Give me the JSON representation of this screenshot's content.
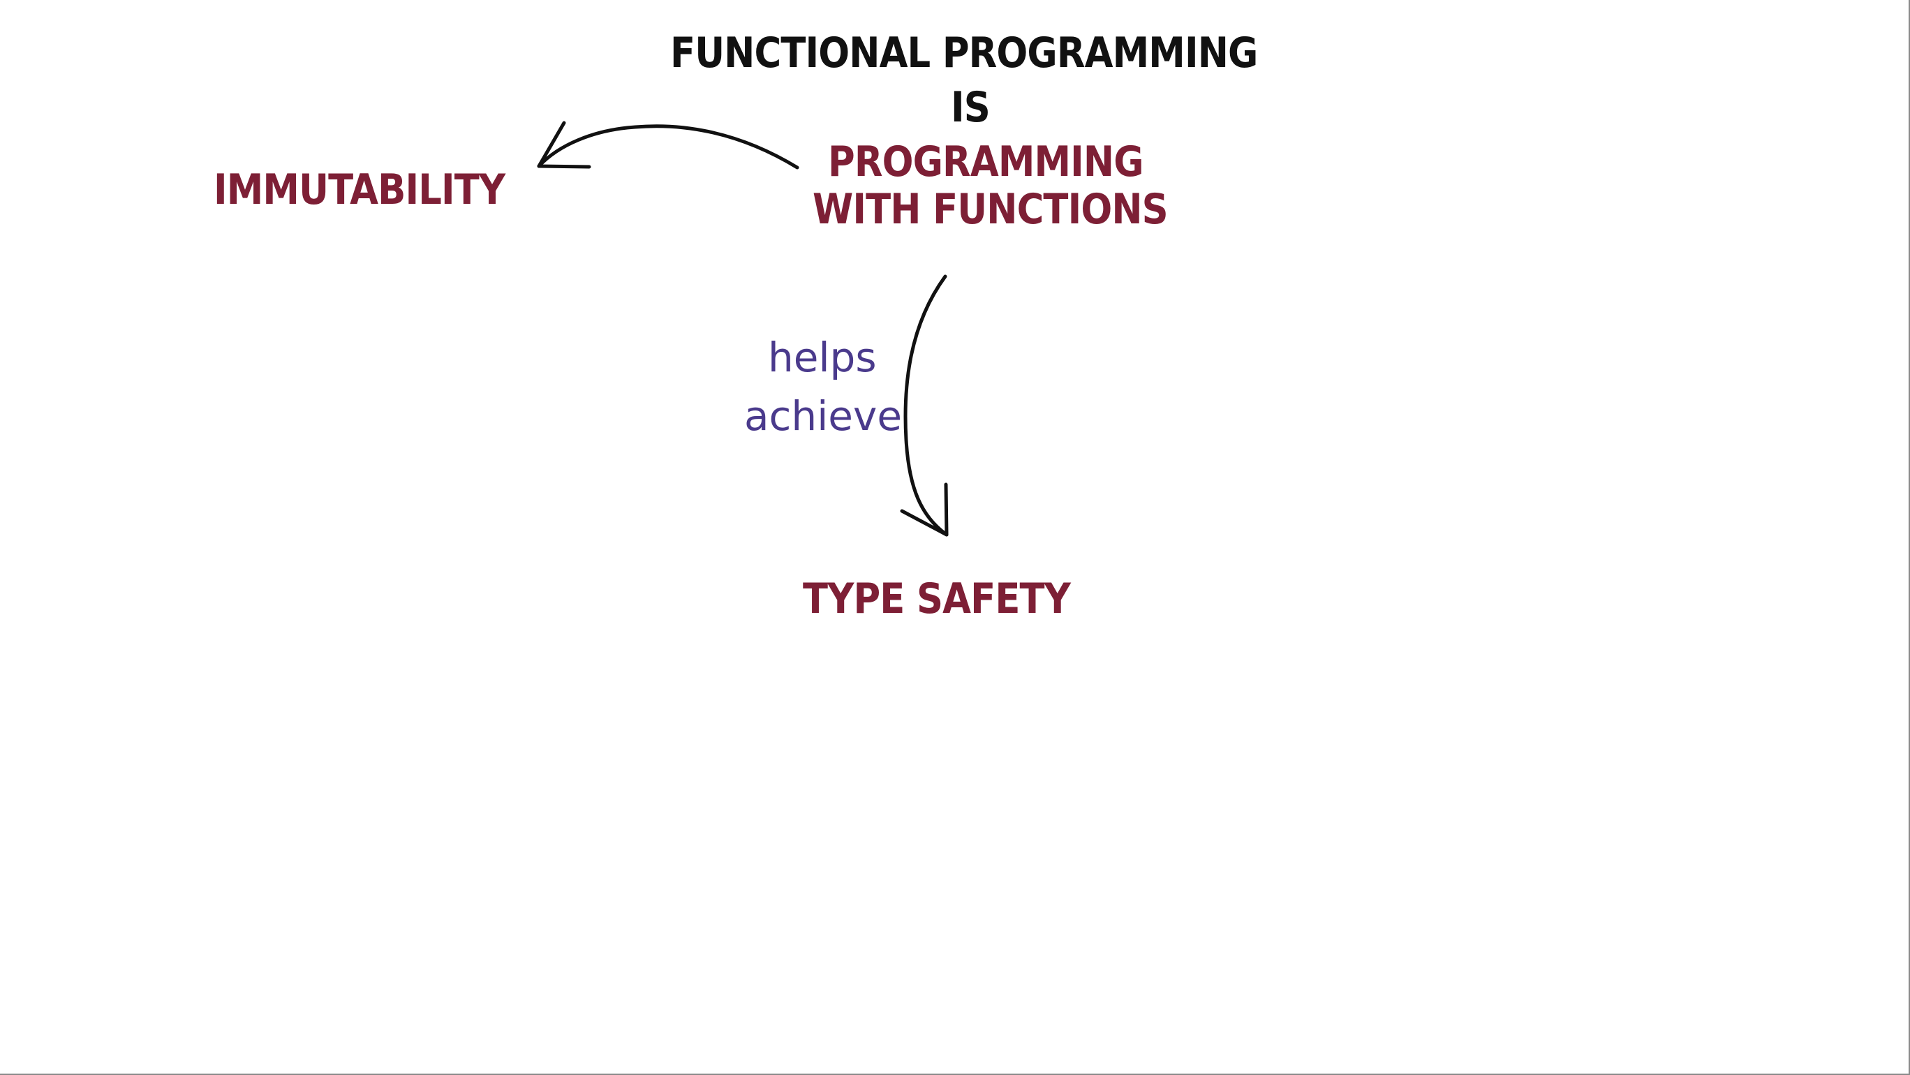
{
  "diagram": {
    "title": {
      "line1": "FUNCTIONAL PROGRAMMING",
      "line2": "IS"
    },
    "center_node": {
      "line1": "PROGRAMMING",
      "line2": "WITH FUNCTIONS"
    },
    "left_node": {
      "label": "IMMUTABILITY"
    },
    "bottom_node": {
      "label": "TYPE SAFETY"
    },
    "edge_label": {
      "line1": "helps",
      "line2": "achieve"
    }
  },
  "colors": {
    "title": "#111111",
    "concept": "#7d1f35",
    "edge_label": "#4a3a8c",
    "arrow": "#111111",
    "background": "#ffffff"
  }
}
